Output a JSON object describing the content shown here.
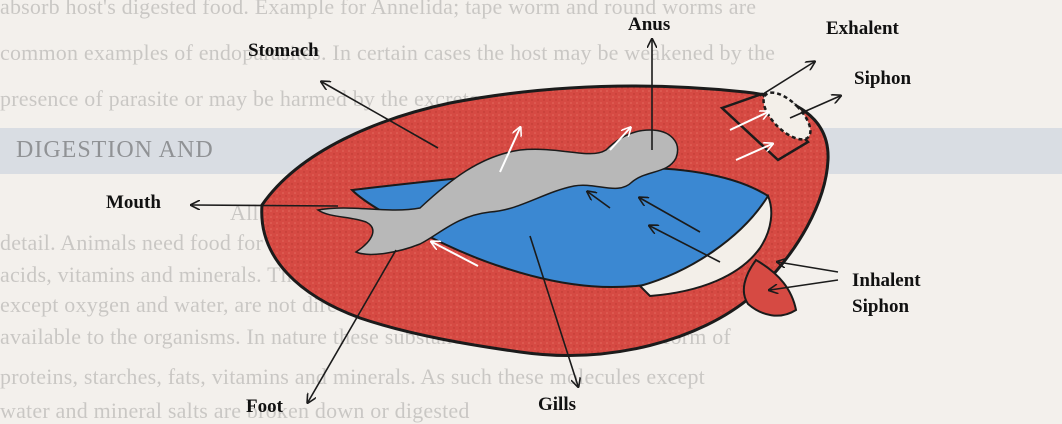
{
  "background_text": {
    "lines": [
      "absorb host's digested food. Example for Annelida; tape worm and round worms are",
      "common examples of endoparasites. In certain cases the host may be weakened by the",
      "presence of parasite or may be harmed by the excretory products of parasite",
      "All animals need food. Animals differ in",
      "detail. Animals need food for energy: sugars, amino acids, fatty",
      "acids, vitamins and minerals. These substances,",
      "except oxygen and water, are not directly",
      "available to the organisms. In nature these substances are available in the form of",
      "proteins, starches, fats, vitamins and minerals. As such these molecules except",
      "water and mineral salts are broken down or digested"
    ],
    "heading": "DIGESTION AND"
  },
  "labels": {
    "stomach": "Stomach",
    "anus": "Anus",
    "exhalent": "Exhalent",
    "siphon_top": "Siphon",
    "mouth": "Mouth",
    "inhalent": "Inhalent",
    "siphon_bottom": "Siphon",
    "foot": "Foot",
    "gills": "Gills"
  },
  "colors": {
    "body": "#d64a43",
    "outline": "#1b1b1b",
    "gills": "#3b88d2",
    "gut": "#b8b8b8"
  }
}
